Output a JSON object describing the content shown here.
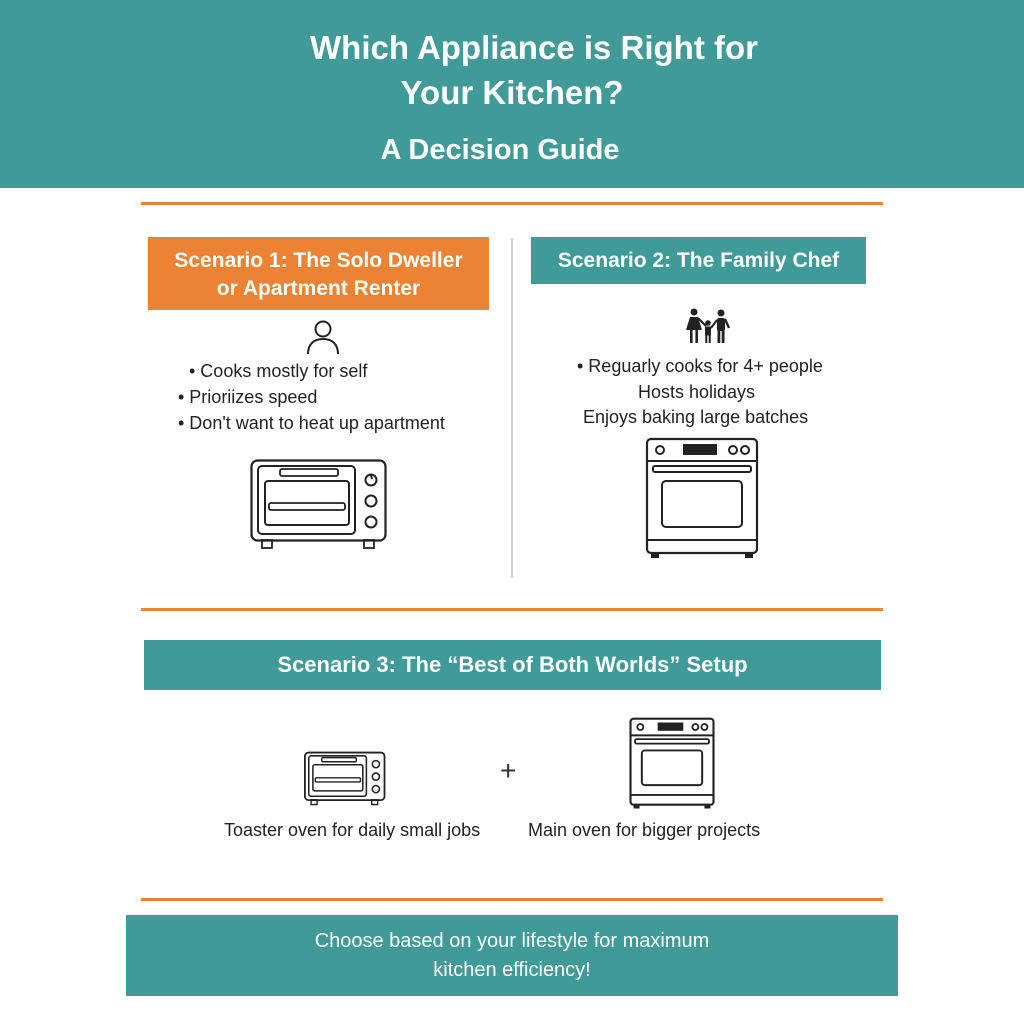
{
  "header": {
    "title_line1": "Which Appliance is Right for",
    "title_line2": "Your Kitchen?",
    "subtitle": "A Decision Guide"
  },
  "scenario1": {
    "title_line1": "Scenario 1: The Solo Dweller",
    "title_line2": "or Apartment Renter",
    "icon": "person-icon",
    "bullets": [
      "• Cooks mostly for self",
      "• Prioriizes speed",
      "• Don't want to heat up apartment"
    ],
    "appliance_icon": "toaster-oven-icon"
  },
  "scenario2": {
    "title": "Scenario 2: The Family Chef",
    "icon": "family-icon",
    "bullets": [
      "• Reguarly cooks for 4+ people",
      "Hosts holidays",
      "Enjoys baking large batches"
    ],
    "appliance_icon": "range-oven-icon"
  },
  "scenario3": {
    "title": "Scenario 3: The “Best of Both Worlds” Setup",
    "plus": "+",
    "left_caption": "Toaster oven for daily small jobs",
    "right_caption": "Main oven for bigger projects"
  },
  "footer": {
    "line1": "Choose based on your lifestyle for maximum",
    "line2": "kitchen efficiency!"
  },
  "colors": {
    "teal": "#3f9a98",
    "orange": "#ec8233",
    "rule": "#e8843a"
  }
}
